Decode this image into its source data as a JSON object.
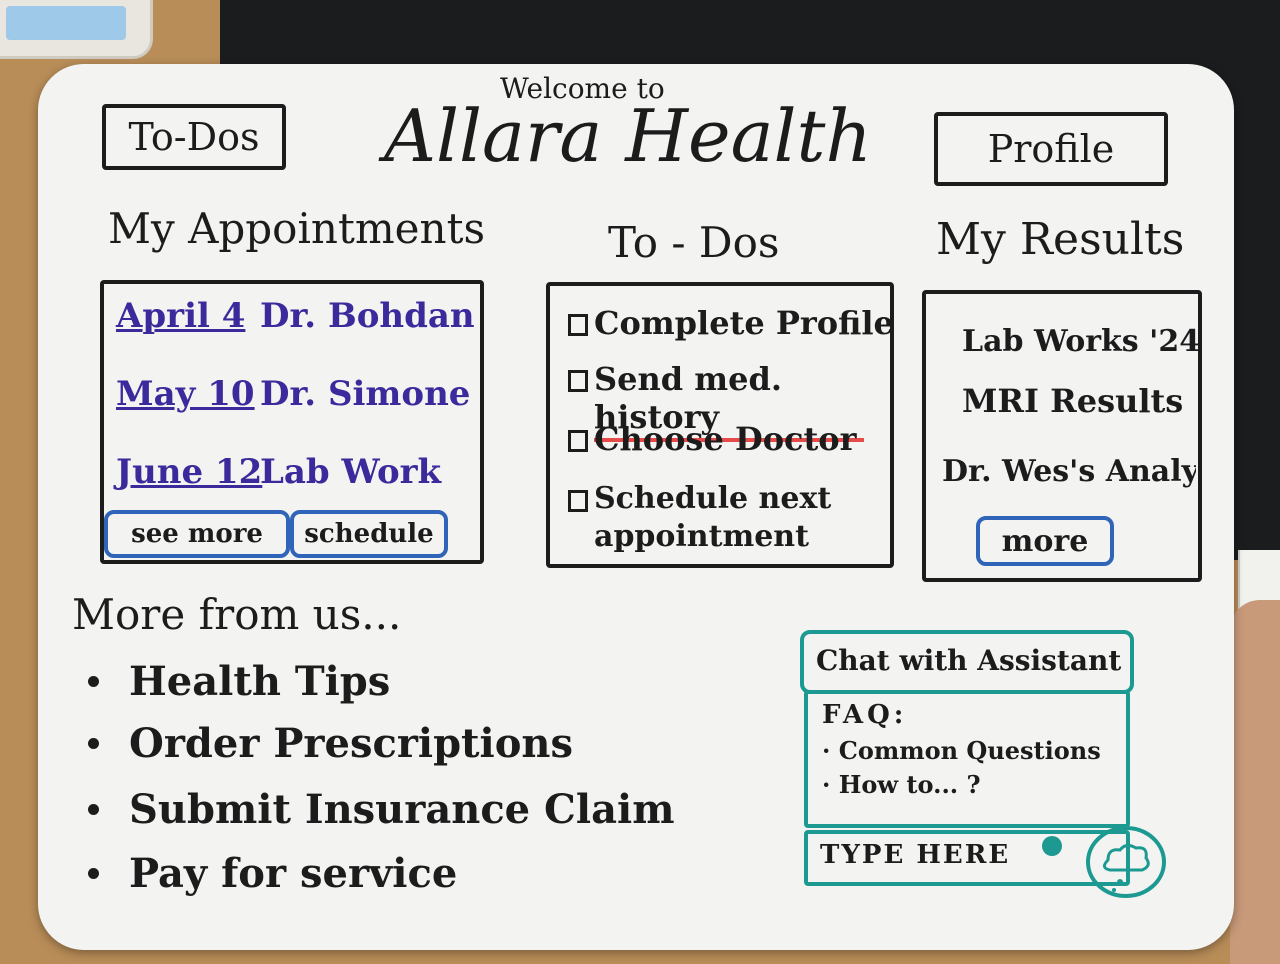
{
  "header": {
    "todos_button": "To-Dos",
    "welcome": "Welcome to",
    "app_title": "Allara Health",
    "profile_button": "Profile"
  },
  "appointments": {
    "title": "My Appointments",
    "items": [
      {
        "date": "April 4",
        "detail": "Dr. Bohdan"
      },
      {
        "date": "May 10",
        "detail": "Dr. Simone"
      },
      {
        "date": "June 12",
        "detail": "Lab Work"
      }
    ],
    "see_more": "see more",
    "schedule": "schedule"
  },
  "todos": {
    "title": "To - Dos",
    "items": [
      {
        "label": "Complete Profile"
      },
      {
        "label": "Send med. history"
      },
      {
        "label": "Choose Doctor"
      },
      {
        "label": "Schedule next appointment"
      }
    ]
  },
  "results": {
    "title": "My Results",
    "items": [
      "Lab Works '24",
      "MRI Results",
      "Dr. Wes's Analysis"
    ],
    "more": "more"
  },
  "more_from_us": {
    "title": "More from us...",
    "items": [
      "Health Tips",
      "Order Prescriptions",
      "Submit Insurance Claim",
      "Pay for service"
    ]
  },
  "chat": {
    "title": "Chat with Assistant",
    "faq_label": "FAQ:",
    "faq_items": [
      "· Common Questions",
      "· How to... ?"
    ],
    "input_placeholder": "TYPE HERE",
    "send_icon": "chat-bubble-icon",
    "accent": "#1c9a91"
  },
  "colors": {
    "ink": "#1c1c1c",
    "purple": "#3a2a9c",
    "blue": "#2f64b8",
    "red": "#e54b4b",
    "teal": "#1c9a91"
  }
}
